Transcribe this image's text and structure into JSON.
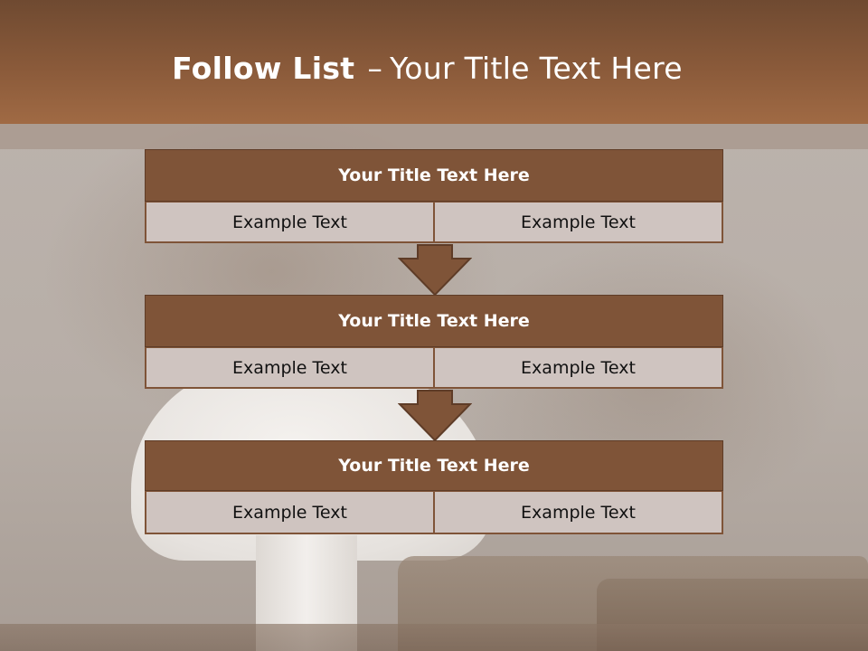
{
  "title": {
    "bold": "Follow List",
    "dash": "–",
    "rest": "Your Title Text Here"
  },
  "steps": [
    {
      "heading": "Your Title Text Here",
      "left": "Example Text",
      "right": "Example Text"
    },
    {
      "heading": "Your Title Text Here",
      "left": "Example Text",
      "right": "Example Text"
    },
    {
      "heading": "Your Title Text Here",
      "left": "Example Text",
      "right": "Example Text"
    }
  ],
  "colors": {
    "header": "#8a5a3a",
    "box_heading": "#7f5438",
    "box_cell": "#cfc4c0"
  }
}
